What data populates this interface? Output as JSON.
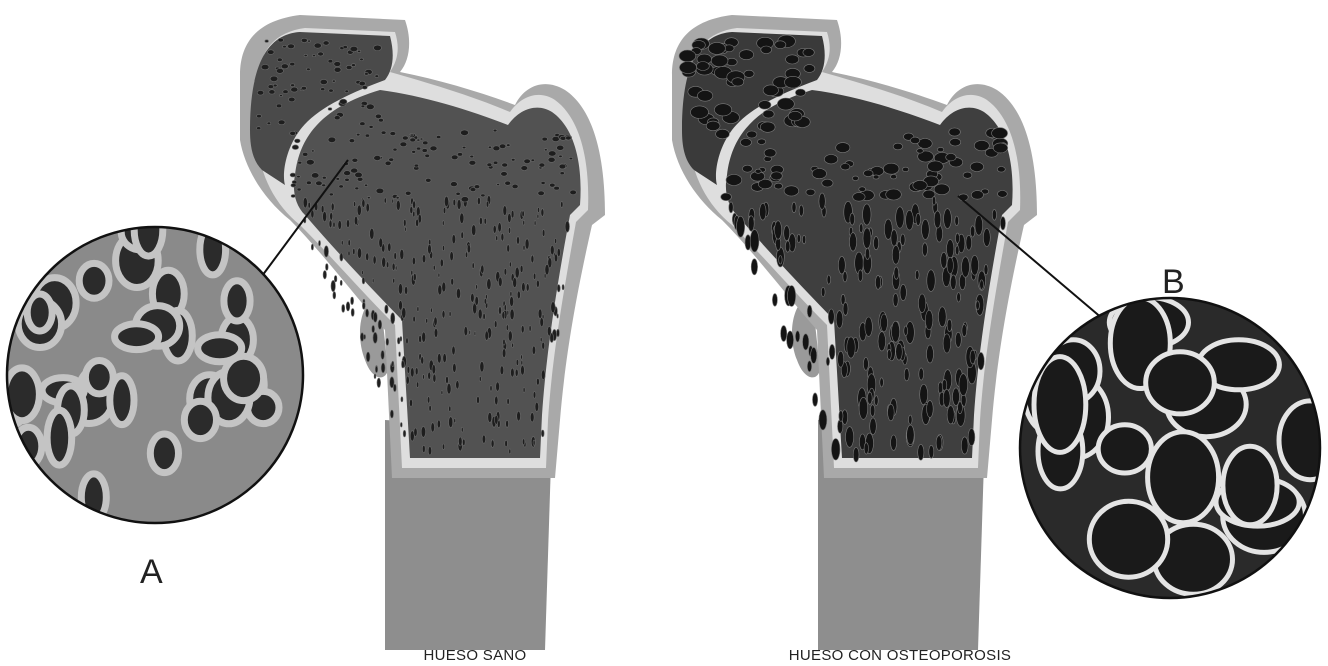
{
  "labels": {
    "magnifier_a": "A",
    "magnifier_b": "B"
  },
  "captions": {
    "healthy": "HUESO SANO",
    "osteoporosis": "HUESO CON OSTEOPOROSIS"
  },
  "colors": {
    "background": "#ffffff",
    "outer_shell": "#a9a9a9",
    "cortex": "#dcdcdc",
    "trabecular_bg": "#5a5a5a",
    "trabecular_cell": "#1c1c1c",
    "shaft": "#8e8e8e",
    "leader_line": "#111111",
    "micro_healthy_bg": "#8a8a8a",
    "micro_healthy_strut": "#c8c8c8",
    "micro_osteo_bg": "#2a2a2a",
    "micro_osteo_strut": "#e6e6e6"
  }
}
